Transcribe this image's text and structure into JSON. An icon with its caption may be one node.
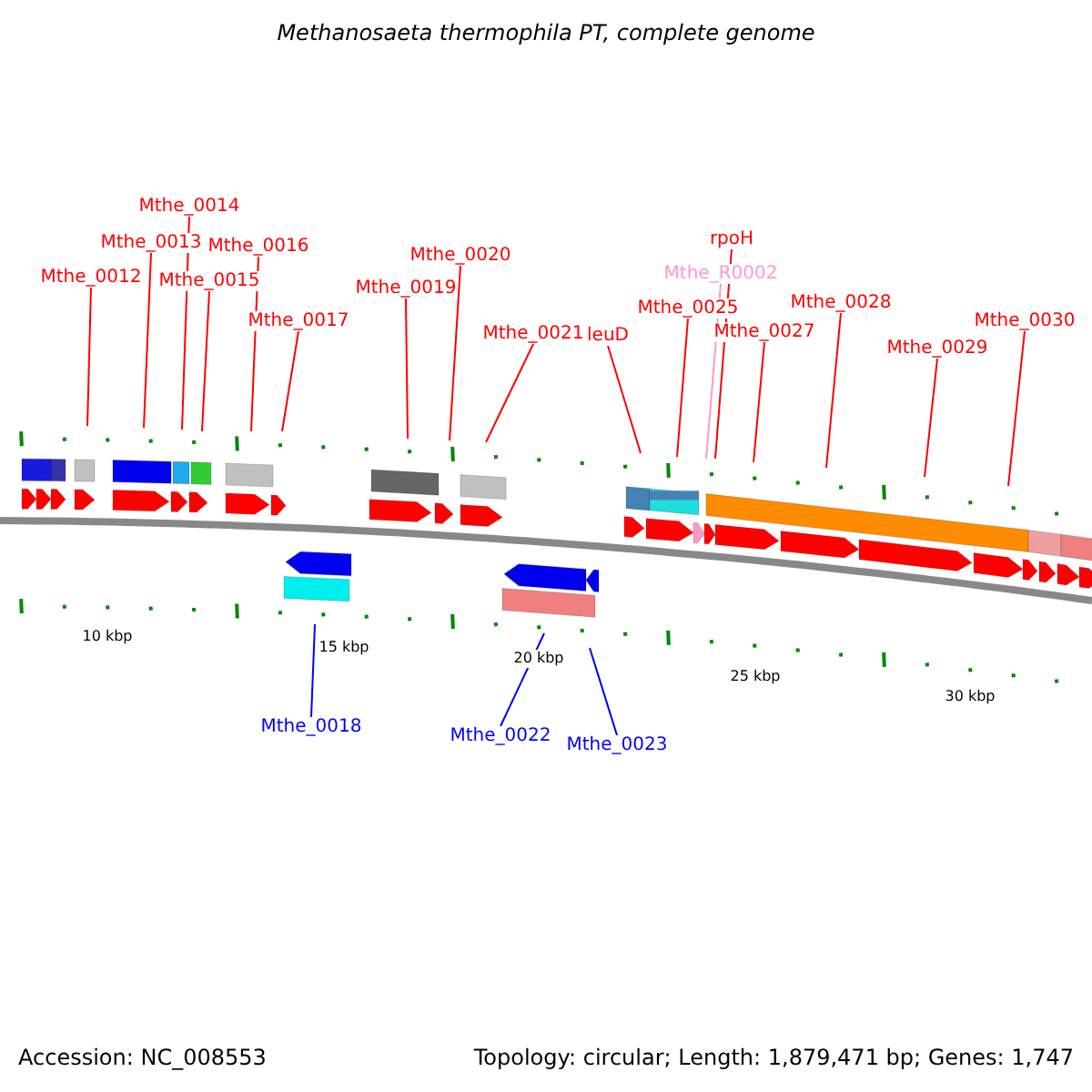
{
  "diagram": {
    "title": "Methanosaeta thermophila PT, complete genome",
    "nodes": [
      {
        "text": [
          "Mthe_0012"
        ]
      },
      {
        "text": [
          "Mthe_0013"
        ]
      },
      {
        "text": [
          "Mthe_0014"
        ]
      },
      {
        "text": [
          "Mthe_0015"
        ]
      },
      {
        "text": [
          "Mthe_0016"
        ]
      },
      {
        "text": [
          "Mthe_0017"
        ]
      },
      {
        "text": [
          "Mthe_0019"
        ]
      },
      {
        "text": [
          "Mthe_0020"
        ]
      },
      {
        "text": [
          "Mthe_0021"
        ]
      },
      {
        "text": [
          "leuD"
        ]
      },
      {
        "text": [
          "Mthe_0025"
        ]
      },
      {
        "text": [
          "Mthe_R0002"
        ]
      },
      {
        "text": [
          "rpoH"
        ]
      },
      {
        "text": [
          "Mthe_0027"
        ]
      },
      {
        "text": [
          "Mthe_0028"
        ]
      },
      {
        "text": [
          "Mthe_0029"
        ]
      },
      {
        "text": [
          "Mthe_0030"
        ]
      },
      {
        "text": [
          "Mthe_0018"
        ]
      },
      {
        "text": [
          "Mthe_0022"
        ]
      },
      {
        "text": [
          "Mthe_0023"
        ]
      }
    ],
    "edges": [
      {
        "from": 0,
        "to": null,
        "arrow": "none"
      },
      {
        "from": 1,
        "to": null,
        "arrow": "none"
      },
      {
        "from": 2,
        "to": null,
        "arrow": "none"
      },
      {
        "from": 3,
        "to": null,
        "arrow": "none"
      },
      {
        "from": 4,
        "to": null,
        "arrow": "none"
      },
      {
        "from": 5,
        "to": null,
        "arrow": "none"
      },
      {
        "from": 6,
        "to": null,
        "arrow": "none"
      },
      {
        "from": 7,
        "to": null,
        "arrow": "none"
      },
      {
        "from": 8,
        "to": null,
        "arrow": "none"
      },
      {
        "from": 9,
        "to": null,
        "arrow": "none"
      },
      {
        "from": 10,
        "to": null,
        "arrow": "none"
      },
      {
        "from": 11,
        "to": null,
        "arrow": "none",
        "color": "#ff99cc"
      },
      {
        "from": 12,
        "to": null,
        "arrow": "none"
      },
      {
        "from": 13,
        "to": null,
        "arrow": "none"
      },
      {
        "from": 14,
        "to": null,
        "arrow": "none"
      },
      {
        "from": 15,
        "to": null,
        "arrow": "none"
      },
      {
        "from": 16,
        "to": null,
        "arrow": "none"
      },
      {
        "from": 17,
        "to": null,
        "arrow": "none",
        "color": "#0000ff"
      },
      {
        "from": 18,
        "to": null,
        "arrow": "none",
        "color": "#0000ff"
      },
      {
        "from": 19,
        "to": null,
        "arrow": "none",
        "color": "#0000ff"
      }
    ],
    "labels": [
      "10 kbp",
      "15 kbp",
      "20 kbp",
      "25 kbp",
      "30 kbp",
      "Accession: NC_008553",
      "Topology: circular; Length: 1,879,471 bp; Genes: 1,747"
    ]
  }
}
